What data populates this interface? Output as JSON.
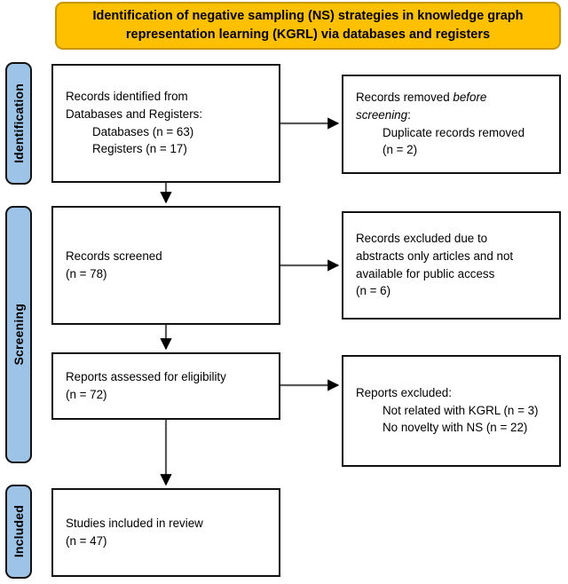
{
  "title": {
    "line1": "Identification of negative sampling (NS) strategies in knowledge graph",
    "line2": "representation learning (KGRL) via databases and registers"
  },
  "stages": [
    {
      "key": "identification",
      "label": "Identification"
    },
    {
      "key": "screening",
      "label": "Screening"
    },
    {
      "key": "included",
      "label": "Included"
    }
  ],
  "boxes": {
    "identified": {
      "heading_line1": "Records identified from",
      "heading_line2": "Databases and Registers:",
      "item1": "Databases (n = 63)",
      "item2": "Registers (n = 17)"
    },
    "removed": {
      "heading_prefix": "Records removed ",
      "heading_italic1": "before",
      "heading_italic2": "screening",
      "heading_suffix": ":",
      "item1": "Duplicate records removed",
      "item1_count": "(n = 2)"
    },
    "screened": {
      "heading": "Records screened",
      "count": "(n = 78)"
    },
    "excluded_screening": {
      "line1": "Records excluded due to",
      "line2": "abstracts only articles and not",
      "line3": "available for public access",
      "count": "(n = 6)"
    },
    "eligible": {
      "heading": "Reports assessed for eligibility",
      "count": "(n = 72)"
    },
    "excluded_reports": {
      "heading": "Reports excluded:",
      "item1": "Not related with KGRL (n = 3)",
      "item2": "No novelty with NS (n =  22)"
    },
    "included": {
      "heading": "Studies included in review",
      "count": "(n = 47)"
    }
  },
  "colors": {
    "banner_fill": "#FFC000",
    "banner_border": "#C79500",
    "stage_fill": "#9DC3E6",
    "box_border": "#111111",
    "connector": "#595959",
    "arrowhead": "#000000",
    "background": "#FFFFFF"
  },
  "connectors": [
    {
      "name": "identified-to-removed",
      "direction": "right"
    },
    {
      "name": "identified-to-screened",
      "direction": "down"
    },
    {
      "name": "screened-to-excluded",
      "direction": "right"
    },
    {
      "name": "screened-to-eligible",
      "direction": "down"
    },
    {
      "name": "eligible-to-excluded",
      "direction": "right"
    },
    {
      "name": "eligible-to-included",
      "direction": "down"
    }
  ]
}
